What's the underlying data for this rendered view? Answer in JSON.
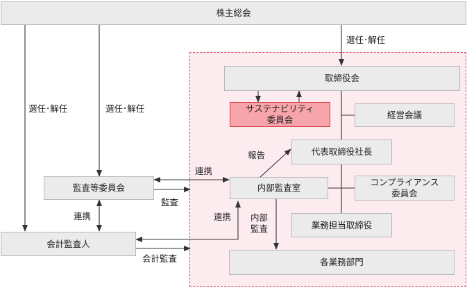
{
  "diagram": {
    "nodes": {
      "shareholders_meeting": "株主総会",
      "board": "取締役会",
      "sustainability_committee": "サステナビリティ\n委員会",
      "management_meeting": "経営会議",
      "president": "代表取締役社長",
      "audit_committee": "監査等委員会",
      "internal_audit_office": "内部監査室",
      "compliance_committee": "コンプライアンス\n委員会",
      "executive_director": "業務担当取締役",
      "accounting_auditor": "会計監査人",
      "business_departments": "各業務部門"
    },
    "labels": {
      "elect_dismiss_board": "選任･解任",
      "elect_dismiss_accounting_auditor": "選任･解任",
      "elect_dismiss_audit_committee": "選任･解任",
      "report": "報告",
      "cooperation_audit_internal": "連携",
      "cooperation_audit_accounting": "連携",
      "cooperation_internal_accounting": "連携",
      "audit": "監査",
      "internal_audit": "内部\n監査",
      "accounting_audit": "会計監査"
    },
    "colors": {
      "box_fill": "#ebebeb",
      "box_border": "#b9b9b9",
      "highlight_fill": "#f7a5ab",
      "highlight_border": "#d63a45",
      "region_fill": "#fcecef",
      "region_border": "#d8455a",
      "line": "#333333"
    }
  }
}
